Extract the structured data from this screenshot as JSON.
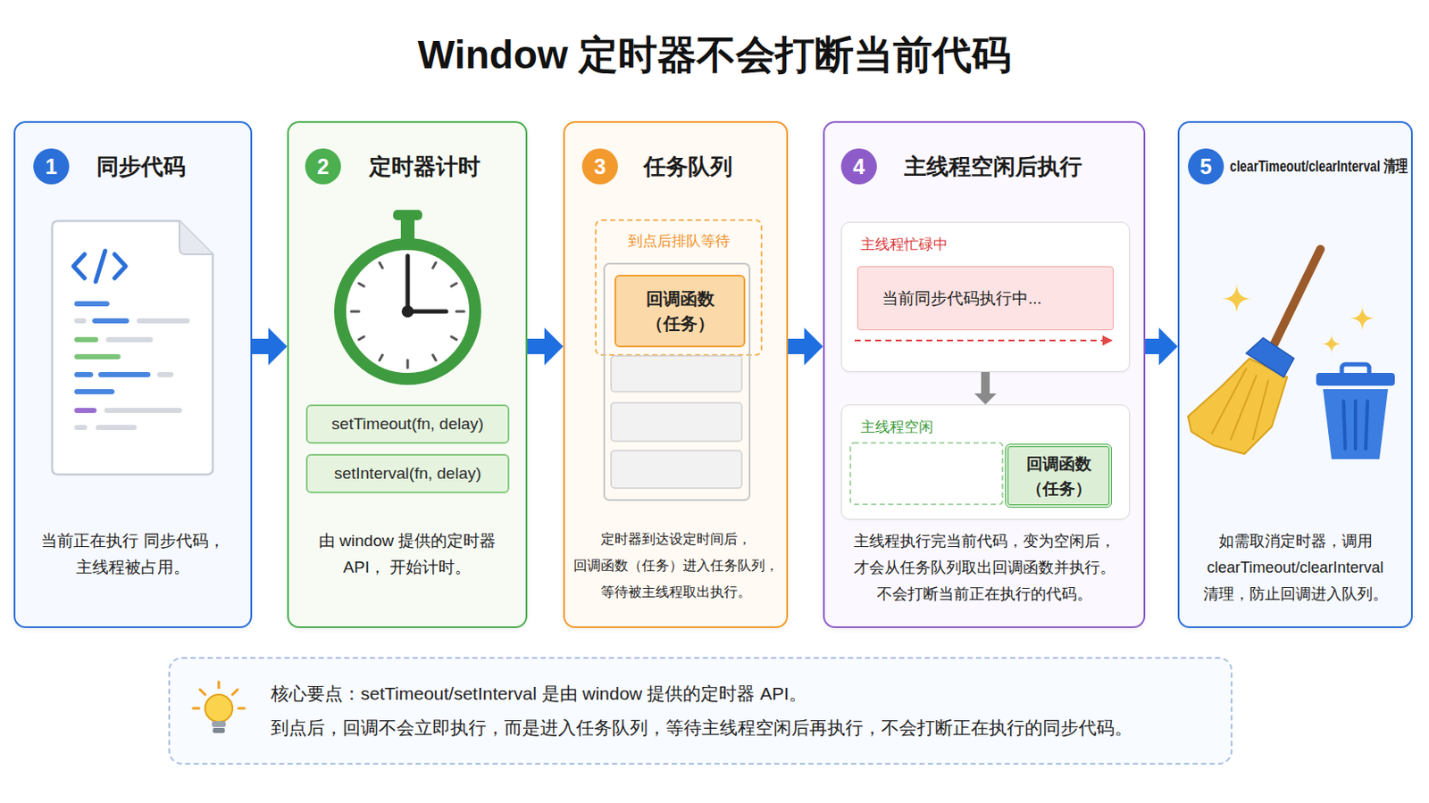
{
  "diagram": {
    "title": "Window 定时器不会打断当前代码",
    "nodes": [
      {
        "text": [
          "同步代码",
          "当前正在执行 同步代码，主线程被占用。"
        ]
      },
      {
        "text": [
          "1"
        ],
        "in": 0
      },
      {
        "text": [
          "定时器计时",
          "由 window 提供的定时器 API， 开始计时。"
        ]
      },
      {
        "text": [
          "2"
        ],
        "in": 2
      },
      {
        "text": [
          "setTimeout(fn, delay)"
        ],
        "in": 2
      },
      {
        "text": [
          "setInterval(fn, delay)"
        ],
        "in": 2
      },
      {
        "text": [
          "任务队列",
          "定时器到达设定时间后， 回调函数（任务）进入任务队列， 等待被主线程取出执行。"
        ]
      },
      {
        "text": [
          "3"
        ],
        "in": 6
      },
      {
        "text": [
          "到点后排队等待"
        ],
        "in": 6
      },
      {
        "text": [
          "回调函数 （任务）"
        ],
        "in": 8
      },
      {
        "text": [
          "主线程空闲后执行",
          "主线程执行完当前代码，变为空闲后， 才会从任务队列取出回调函数并执行。 不会打断当前正在执行的代码。"
        ]
      },
      {
        "text": [
          "4"
        ],
        "in": 10
      },
      {
        "text": [
          "主线程忙碌中"
        ],
        "in": 10
      },
      {
        "text": [
          "当前同步代码执行中..."
        ],
        "in": 12
      },
      {
        "text": [
          "主线程空闲"
        ],
        "in": 10
      },
      {
        "text": [
          "回调函数 （任务）"
        ],
        "in": 14
      },
      {
        "text": [
          "clearTimeout/clearInterval 清理",
          "如需取消定时器，调用 clearTimeout/clearInterval 清理，防止回调进入队列。"
        ]
      },
      {
        "text": [
          "5"
        ],
        "in": 16
      },
      {
        "text": [
          "核心要点：setTimeout/setInterval 是由 window 提供的定时器 API。",
          "到点后，回调不会立即执行，而是进入任务队列，等待主线程空闲后再执行，不会打断正在执行的同步代码。"
        ]
      }
    ],
    "edges": [
      {
        "from": 0,
        "to": 2,
        "arrow": "to"
      },
      {
        "from": 2,
        "to": 6,
        "arrow": "to"
      },
      {
        "from": 6,
        "to": 10,
        "arrow": "to"
      },
      {
        "from": 10,
        "to": 16,
        "arrow": "to"
      },
      {
        "from": 12,
        "to": 14,
        "arrow": "to"
      }
    ]
  }
}
